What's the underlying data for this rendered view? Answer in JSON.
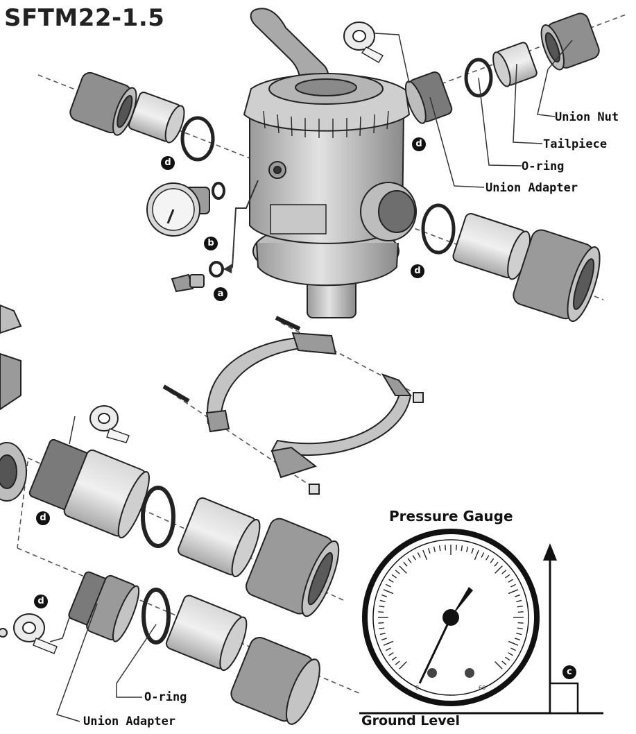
{
  "model": "SFTM22-1.5",
  "labels": {
    "union_nut": "Union Nut",
    "tailpiece": "Tailpiece",
    "o_ring_top": "O-ring",
    "union_adapter_top": "Union Adapter",
    "o_ring_bottom": "O-ring",
    "union_adapter_bottom": "Union Adapter"
  },
  "badges": {
    "a": "a",
    "b": "b",
    "c": "c",
    "d": "d"
  },
  "gauge": {
    "title": "Pressure Gauge",
    "scale_min": "0",
    "scale_max": "60",
    "ground_label": "Ground Level"
  }
}
